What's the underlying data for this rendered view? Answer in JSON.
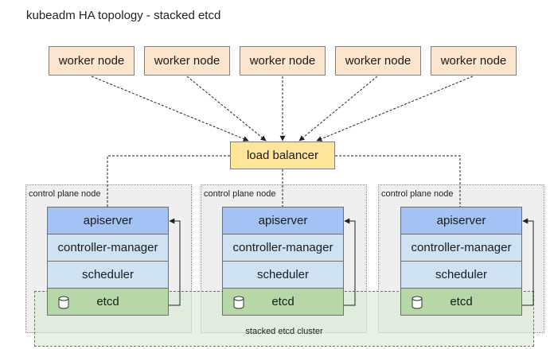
{
  "title": "kubeadm HA topology - stacked etcd",
  "workers": [
    {
      "label": "worker node"
    },
    {
      "label": "worker node"
    },
    {
      "label": "worker node"
    },
    {
      "label": "worker node"
    },
    {
      "label": "worker node"
    }
  ],
  "load_balancer": {
    "label": "load balancer"
  },
  "control_planes": [
    {
      "label": "control plane node",
      "components": {
        "apiserver": "apiserver",
        "controller_manager": "controller-manager",
        "scheduler": "scheduler",
        "etcd": "etcd"
      }
    },
    {
      "label": "control plane node",
      "components": {
        "apiserver": "apiserver",
        "controller_manager": "controller-manager",
        "scheduler": "scheduler",
        "etcd": "etcd"
      }
    },
    {
      "label": "control plane node",
      "components": {
        "apiserver": "apiserver",
        "controller_manager": "controller-manager",
        "scheduler": "scheduler",
        "etcd": "etcd"
      }
    }
  ],
  "etcd_cluster": {
    "label": "stacked etcd cluster"
  },
  "colors": {
    "worker_fill": "#fce5cd",
    "load_balancer_fill": "#ffe599",
    "apiserver_fill": "#a4c2f4",
    "component_fill": "#cfe2f3",
    "etcd_fill": "#b6d7a8",
    "cluster_fill": "#d9ead3",
    "node_fill": "#efefef"
  }
}
